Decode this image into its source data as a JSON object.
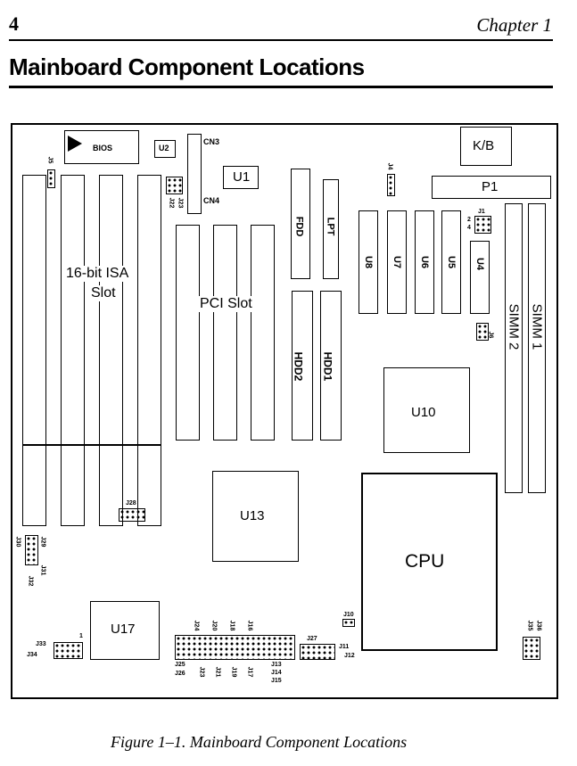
{
  "header": {
    "page_number": "4",
    "chapter": "Chapter 1",
    "title": "Mainboard Component Locations"
  },
  "caption": "Figure 1–1. Mainboard Component Locations",
  "board": {
    "bios": "BIOS",
    "u2": "U2",
    "cn3": "CN3",
    "cn4": "CN4",
    "u1": "U1",
    "kb": "K/B",
    "p1": "P1",
    "j5": "J5",
    "j22": "J22",
    "j23": "J23",
    "j4": "J4",
    "j1": "J1",
    "j6": "J6",
    "isa_line1": "16-bit ISA",
    "isa_line2": "Slot",
    "pci": "PCI Slot",
    "fdd": "FDD",
    "lpt": "LPT",
    "hdd2": "HDD2",
    "hdd1": "HDD1",
    "u8": "U8",
    "u7": "U7",
    "u6": "U6",
    "u5": "U5",
    "u4": "U4",
    "simm2": "SIMM 2",
    "simm1": "SIMM 1",
    "u10": "U10",
    "u13": "U13",
    "cpu": "CPU",
    "u17": "U17",
    "j28": "J28",
    "j29": "J29",
    "j30": "J30",
    "j31": "J31",
    "j32": "J32",
    "j33": "J33",
    "j34": "J34",
    "j10": "J10",
    "j27": "J27",
    "j11": "J11",
    "j12": "J12",
    "j18": "J18",
    "j13": "J13",
    "j14": "J14",
    "j15": "J15",
    "j16": "J16",
    "j17": "J17",
    "j19": "J19",
    "j20": "J20",
    "j21": "J21",
    "j24": "J24",
    "j25": "J25",
    "j26": "J26",
    "j35": "J35",
    "j36": "J36",
    "pin1": "1",
    "pin2": "2",
    "pin4": "4"
  }
}
